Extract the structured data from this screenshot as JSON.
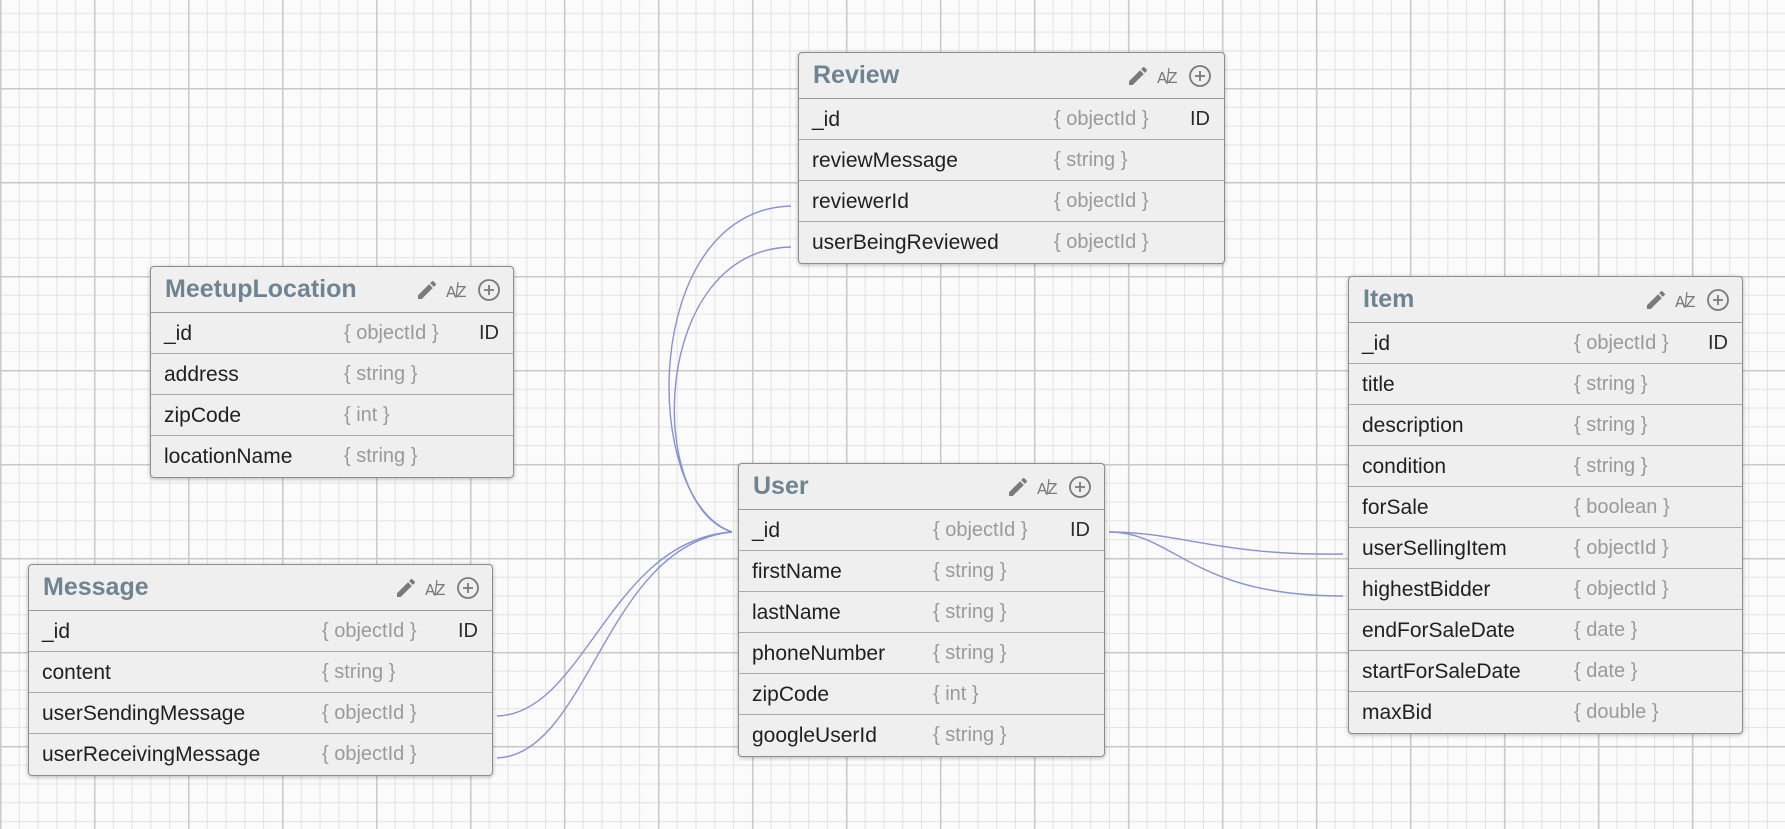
{
  "entities": [
    {
      "id": "review",
      "name": "Review",
      "fields": [
        {
          "name": "_id",
          "type": "{ objectId }",
          "key": "ID"
        },
        {
          "name": "reviewMessage",
          "type": "{ string }",
          "key": ""
        },
        {
          "name": "reviewerId",
          "type": "{ objectId }",
          "key": ""
        },
        {
          "name": "userBeingReviewed",
          "type": "{ objectId }",
          "key": ""
        }
      ]
    },
    {
      "id": "meetuplocation",
      "name": "MeetupLocation",
      "fields": [
        {
          "name": "_id",
          "type": "{ objectId }",
          "key": "ID"
        },
        {
          "name": "address",
          "type": "{ string }",
          "key": ""
        },
        {
          "name": "zipCode",
          "type": "{ int }",
          "key": ""
        },
        {
          "name": "locationName",
          "type": "{ string }",
          "key": ""
        }
      ]
    },
    {
      "id": "message",
      "name": "Message",
      "fields": [
        {
          "name": "_id",
          "type": "{ objectId }",
          "key": "ID"
        },
        {
          "name": "content",
          "type": "{ string }",
          "key": ""
        },
        {
          "name": "userSendingMessage",
          "type": "{ objectId }",
          "key": ""
        },
        {
          "name": "userReceivingMessage",
          "type": "{ objectId }",
          "key": ""
        }
      ]
    },
    {
      "id": "user",
      "name": "User",
      "fields": [
        {
          "name": "_id",
          "type": "{ objectId }",
          "key": "ID"
        },
        {
          "name": "firstName",
          "type": "{ string }",
          "key": ""
        },
        {
          "name": "lastName",
          "type": "{ string }",
          "key": ""
        },
        {
          "name": "phoneNumber",
          "type": "{ string }",
          "key": ""
        },
        {
          "name": "zipCode",
          "type": "{ int }",
          "key": ""
        },
        {
          "name": "googleUserId",
          "type": "{ string }",
          "key": ""
        }
      ]
    },
    {
      "id": "item",
      "name": "Item",
      "fields": [
        {
          "name": "_id",
          "type": "{ objectId }",
          "key": "ID"
        },
        {
          "name": "title",
          "type": "{ string }",
          "key": ""
        },
        {
          "name": "description",
          "type": "{ string }",
          "key": ""
        },
        {
          "name": "condition",
          "type": "{ string }",
          "key": ""
        },
        {
          "name": "forSale",
          "type": "{ boolean }",
          "key": ""
        },
        {
          "name": "userSellingItem",
          "type": "{ objectId }",
          "key": ""
        },
        {
          "name": "highestBidder",
          "type": "{ objectId }",
          "key": ""
        },
        {
          "name": "endForSaleDate",
          "type": "{ date }",
          "key": ""
        },
        {
          "name": "startForSaleDate",
          "type": "{ date }",
          "key": ""
        },
        {
          "name": "maxBid",
          "type": "{ double }",
          "key": ""
        }
      ]
    }
  ],
  "relations": [
    {
      "from": "review.reviewerId",
      "to": "user._id"
    },
    {
      "from": "review.userBeingReviewed",
      "to": "user._id"
    },
    {
      "from": "message.userSendingMessage",
      "to": "user._id"
    },
    {
      "from": "message.userReceivingMessage",
      "to": "user._id"
    },
    {
      "from": "item.userSellingItem",
      "to": "user._id"
    },
    {
      "from": "item.highestBidder",
      "to": "user._id"
    }
  ],
  "toolbar_icons": [
    "pencil-icon",
    "sort-az-icon",
    "add-circle-icon"
  ],
  "colors": {
    "entity_title": "#6f8493",
    "relation_line": "#8892cf",
    "type_text": "#9a9a9a",
    "grid_major": "#c9c9c9",
    "grid_minor": "#e2e2e2"
  }
}
